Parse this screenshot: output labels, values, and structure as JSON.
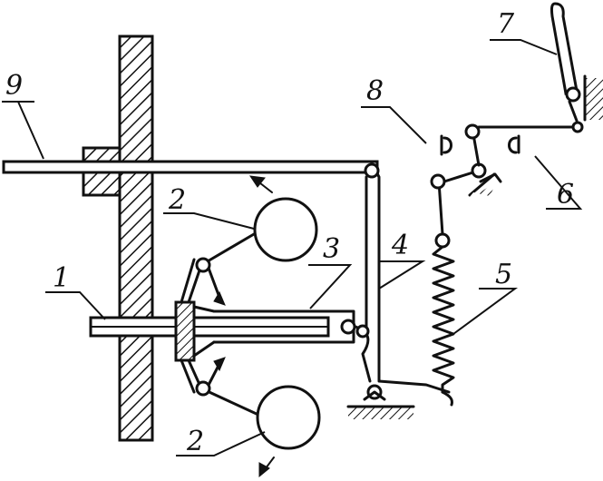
{
  "labels": {
    "n1": "1",
    "n2a": "2",
    "n2b": "2",
    "n3": "3",
    "n4": "4",
    "n5": "5",
    "n6": "6",
    "n7": "7",
    "n8": "8",
    "n9": "9"
  },
  "colors": {
    "ink": "#111111",
    "paper": "#ffffff"
  }
}
